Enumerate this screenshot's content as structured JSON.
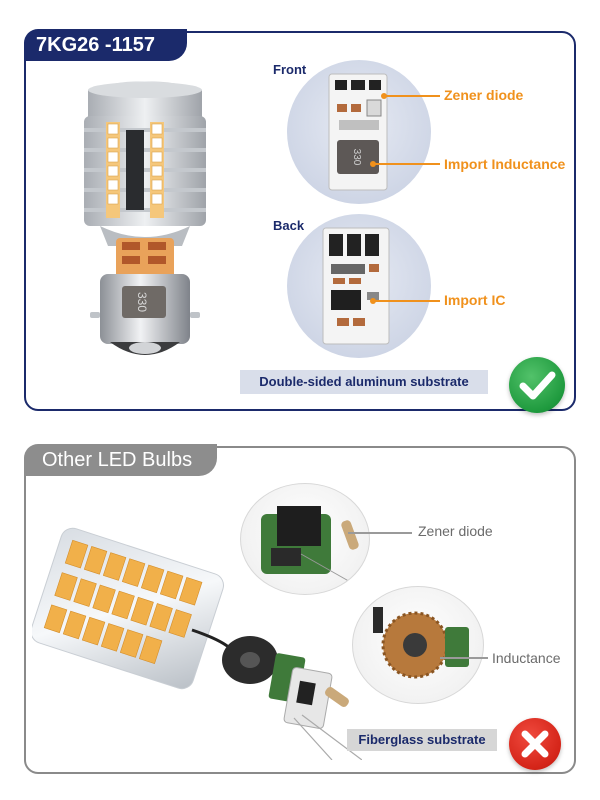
{
  "top_panel": {
    "model": "7KG26 -1157",
    "front_label": "Front",
    "back_label": "Back",
    "callouts": {
      "zener": "Zener diode",
      "inductance": "Import Inductance",
      "ic": "Import IC"
    },
    "inductor_marking": "330",
    "substrate": "Double-sided aluminum substrate"
  },
  "bottom_panel": {
    "title": "Other LED Bulbs",
    "callouts": {
      "zener": "Zener diode",
      "inductance": "Inductance"
    },
    "substrate": "Fiberglass substrate"
  },
  "colors": {
    "navy": "#1b2a6b",
    "orange": "#f0911c",
    "good": "#1f9a3e",
    "bad": "#d42418",
    "gray": "#8d8d8d"
  },
  "icons": {
    "good": "check-mark-icon",
    "bad": "cross-mark-icon"
  }
}
